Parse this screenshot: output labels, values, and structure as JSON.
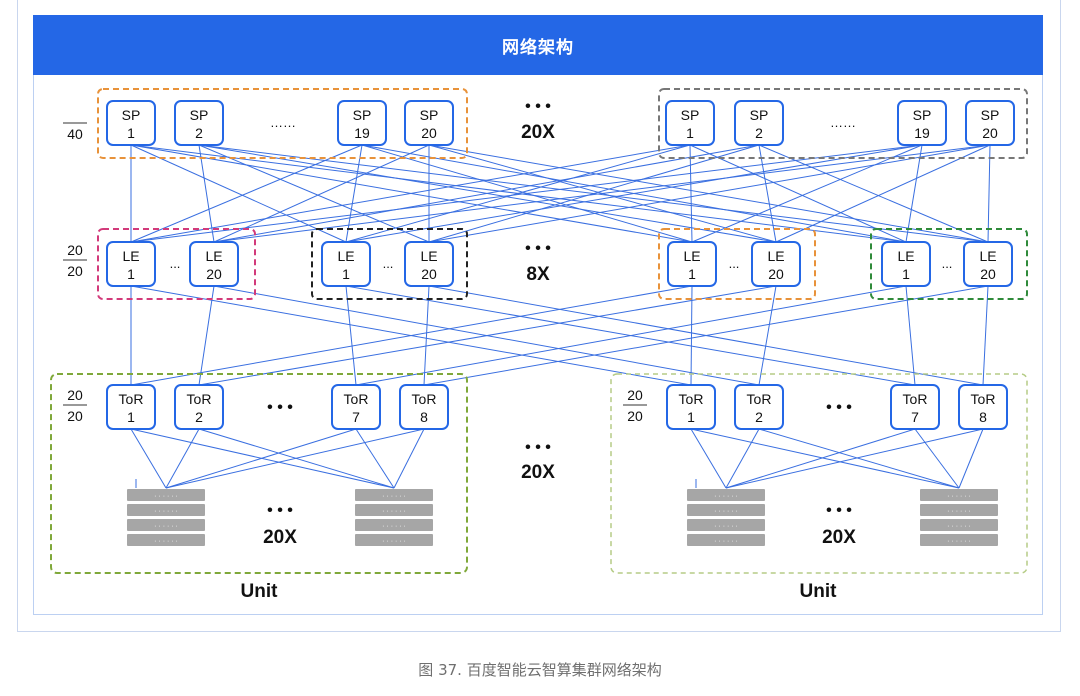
{
  "header": {
    "title": "网络架构"
  },
  "caption": "图 37. 百度智能云智算集群网络架构",
  "colors": {
    "banner": "#2467e6",
    "link": "#3a6fe0",
    "node_border": "#2467e6",
    "group_orange": "#e8923a",
    "group_gray": "#777777",
    "group_pink": "#d23a7a",
    "group_black": "#222222",
    "group_green": "#2f8a3a",
    "unit_border": "#7fa83a",
    "server": "#a6a6a6"
  },
  "ratios": {
    "spine": {
      "num": "",
      "den": "40"
    },
    "leaf": {
      "num": "20",
      "den": "20"
    },
    "tor_left": {
      "num": "20",
      "den": "20"
    },
    "tor_right": {
      "num": "20",
      "den": "20"
    }
  },
  "multipliers": {
    "spine": "20X",
    "leaf": "8X",
    "unit": "20X",
    "servers_left": "20X",
    "servers_right": "20X"
  },
  "dots": {
    "hdots": "……",
    "ellipsis": "...",
    "bullets": "• • •",
    "server_dots": "· · · · · ·"
  },
  "spine_groups": [
    {
      "nodes": [
        {
          "type": "SP",
          "id": "1"
        },
        {
          "type": "SP",
          "id": "2"
        },
        {
          "type": "SP",
          "id": "19"
        },
        {
          "type": "SP",
          "id": "20"
        }
      ]
    },
    {
      "nodes": [
        {
          "type": "SP",
          "id": "1"
        },
        {
          "type": "SP",
          "id": "2"
        },
        {
          "type": "SP",
          "id": "19"
        },
        {
          "type": "SP",
          "id": "20"
        }
      ]
    }
  ],
  "leaf_groups": [
    {
      "nodes": [
        {
          "type": "LE",
          "id": "1"
        },
        {
          "type": "LE",
          "id": "20"
        }
      ]
    },
    {
      "nodes": [
        {
          "type": "LE",
          "id": "1"
        },
        {
          "type": "LE",
          "id": "20"
        }
      ]
    },
    {
      "nodes": [
        {
          "type": "LE",
          "id": "1"
        },
        {
          "type": "LE",
          "id": "20"
        }
      ]
    },
    {
      "nodes": [
        {
          "type": "LE",
          "id": "1"
        },
        {
          "type": "LE",
          "id": "20"
        }
      ]
    }
  ],
  "units": [
    {
      "label": "Unit",
      "tors": [
        {
          "type": "ToR",
          "id": "1"
        },
        {
          "type": "ToR",
          "id": "2"
        },
        {
          "type": "ToR",
          "id": "7"
        },
        {
          "type": "ToR",
          "id": "8"
        }
      ]
    },
    {
      "label": "Unit",
      "tors": [
        {
          "type": "ToR",
          "id": "1"
        },
        {
          "type": "ToR",
          "id": "2"
        },
        {
          "type": "ToR",
          "id": "7"
        },
        {
          "type": "ToR",
          "id": "8"
        }
      ]
    }
  ]
}
